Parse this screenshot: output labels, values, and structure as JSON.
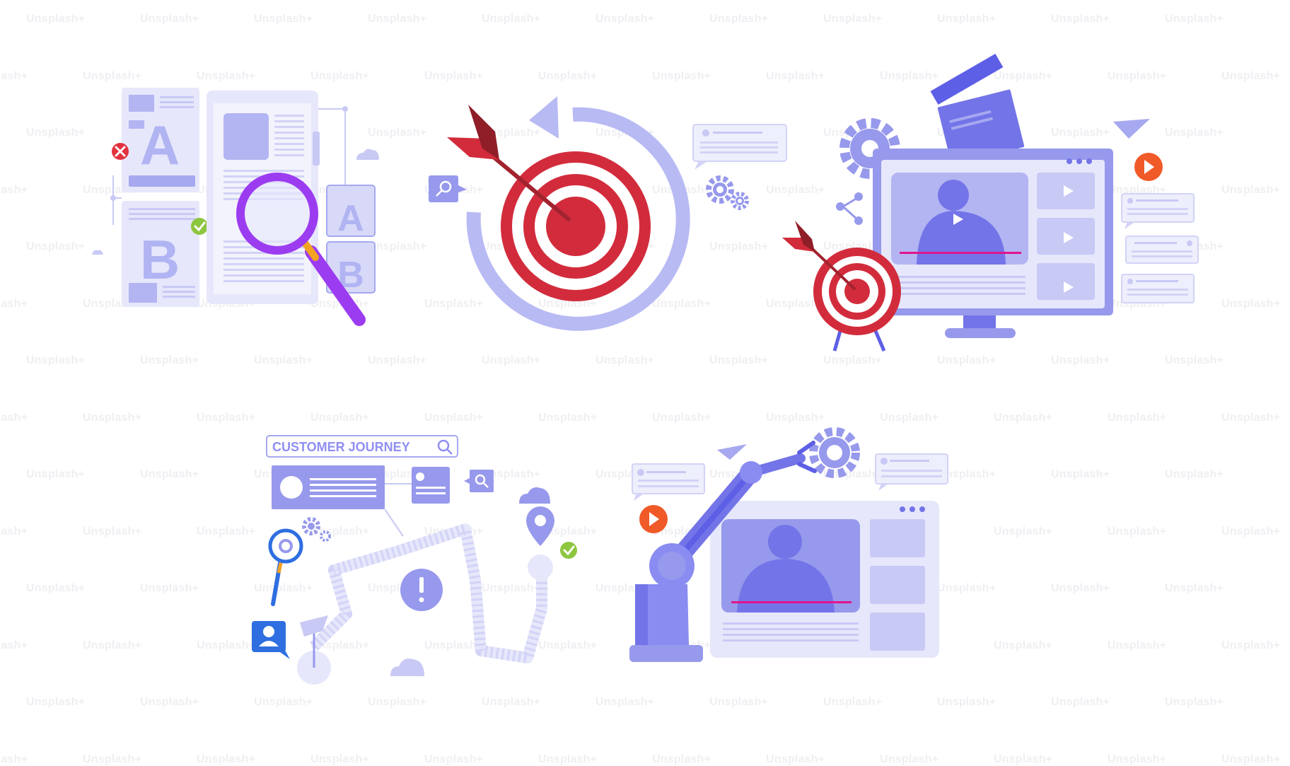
{
  "watermark": {
    "text": "Unsplash+"
  },
  "ab_test": {
    "letter_a": "A",
    "letter_b": "B",
    "small_letter_a": "A",
    "small_letter_b": "B"
  },
  "customer_journey": {
    "search_label": "CUSTOMER JOURNEY"
  },
  "colors": {
    "primary_purple": "#8a8cf2",
    "light_purple": "#c9cbf7",
    "pale_purple": "#e9eafb",
    "dark_purple": "#5d5fe6",
    "target_red": "#d22c3c",
    "accent_orange": "#f05a28",
    "check_green": "#8dc63f",
    "magenta": "#e0158c",
    "lens_violet": "#9c3cf0"
  },
  "icons": [
    "magnifier-icon",
    "target-icon",
    "arrow-icon",
    "gear-icon",
    "play-icon",
    "check-icon",
    "close-icon",
    "cloud-icon",
    "map-pin-icon",
    "user-icon",
    "paper-plane-icon",
    "clapperboard-icon",
    "share-icon",
    "alert-icon",
    "robot-arm-icon",
    "monitor-icon"
  ]
}
